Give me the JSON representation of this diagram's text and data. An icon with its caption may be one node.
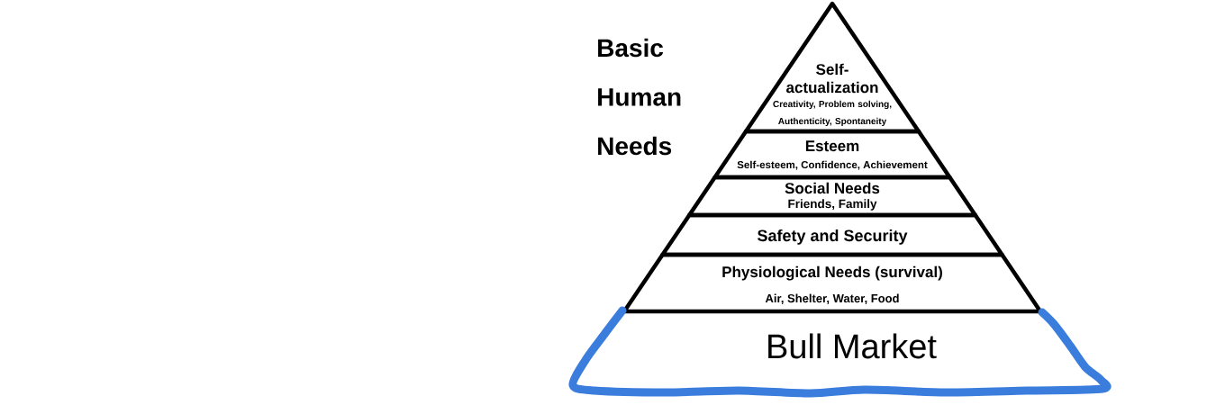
{
  "diagram": {
    "title": "Basic Human Needs",
    "nodes": [
      {
        "text": [
          "Self-actualization",
          "Creativity, Problem solving, Authenticity, Spontaneity"
        ]
      },
      {
        "text": [
          "Esteem",
          "Self-esteem, Confidence, Achievement"
        ]
      },
      {
        "text": [
          "Social Needs",
          "Friends, Family"
        ]
      },
      {
        "text": [
          "Safety and Security"
        ]
      },
      {
        "text": [
          "Physiological Needs (survival)",
          "Air, Shelter, Water, Food"
        ]
      },
      {
        "text": [
          "Bull Market"
        ]
      }
    ]
  }
}
